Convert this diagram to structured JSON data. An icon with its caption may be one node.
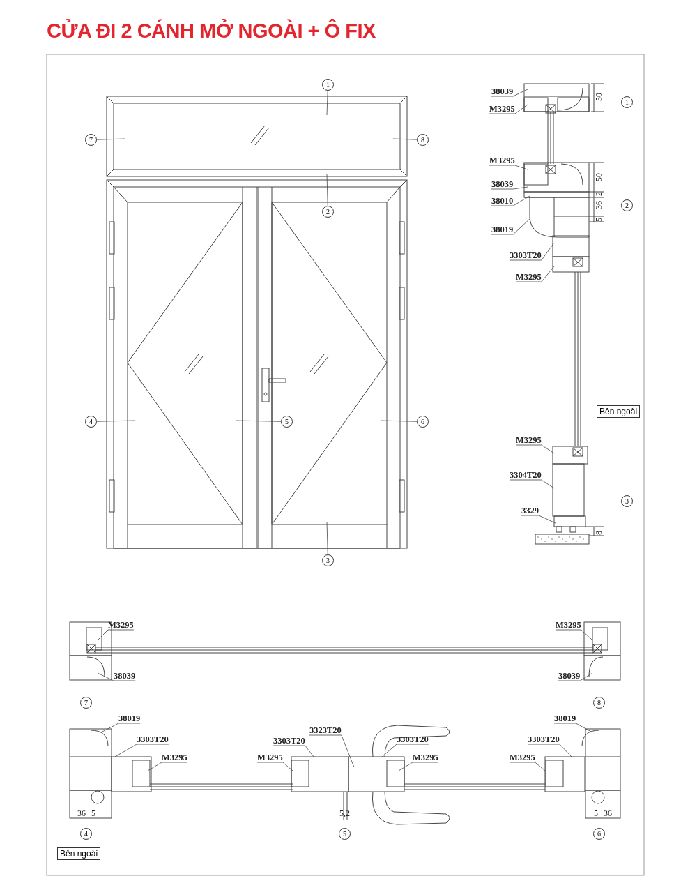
{
  "diagram": {
    "title": "CỬA ĐI 2 CÁNH MỞ NGOÀI + Ô FIX",
    "nodes": [
      {
        "text": [
          "1"
        ]
      },
      {
        "text": [
          "7"
        ]
      },
      {
        "text": [
          "8"
        ]
      },
      {
        "text": [
          "2"
        ]
      },
      {
        "text": [
          "4"
        ]
      },
      {
        "text": [
          "5"
        ]
      },
      {
        "text": [
          "6"
        ]
      },
      {
        "text": [
          "3"
        ]
      },
      {
        "text": [
          "38039"
        ]
      },
      {
        "text": [
          "M3295"
        ]
      },
      {
        "text": [
          "M3295"
        ]
      },
      {
        "text": [
          "38039"
        ]
      },
      {
        "text": [
          "38010"
        ]
      },
      {
        "text": [
          "38019"
        ]
      },
      {
        "text": [
          "3303T20"
        ]
      },
      {
        "text": [
          "M3295"
        ]
      },
      {
        "text": [
          "M3295"
        ]
      },
      {
        "text": [
          "3304T20"
        ]
      },
      {
        "text": [
          "3329"
        ]
      },
      {
        "text": [
          "1"
        ]
      },
      {
        "text": [
          "2"
        ]
      },
      {
        "text": [
          "3"
        ]
      },
      {
        "text": [
          "Bên ngoài"
        ]
      },
      {
        "text": [
          "M3295"
        ]
      },
      {
        "text": [
          "38039"
        ]
      },
      {
        "text": [
          "M3295"
        ]
      },
      {
        "text": [
          "38039"
        ]
      },
      {
        "text": [
          "7"
        ]
      },
      {
        "text": [
          "8"
        ]
      },
      {
        "text": [
          "38019"
        ]
      },
      {
        "text": [
          "3303T20"
        ]
      },
      {
        "text": [
          "M3295"
        ]
      },
      {
        "text": [
          "M3295"
        ]
      },
      {
        "text": [
          "3303T20"
        ]
      },
      {
        "text": [
          "3323T20"
        ]
      },
      {
        "text": [
          "3303T20"
        ]
      },
      {
        "text": [
          "M3295"
        ]
      },
      {
        "text": [
          "M3295"
        ]
      },
      {
        "text": [
          "3303T20"
        ]
      },
      {
        "text": [
          "38019"
        ]
      },
      {
        "text": [
          "4"
        ]
      },
      {
        "text": [
          "5"
        ]
      },
      {
        "text": [
          "6"
        ]
      },
      {
        "text": [
          "Bên ngoài"
        ]
      }
    ],
    "edges": [
      {
        "from": 0,
        "to": null,
        "arrow": "none"
      },
      {
        "from": 1,
        "to": null,
        "arrow": "none"
      },
      {
        "from": 2,
        "to": null,
        "arrow": "none"
      },
      {
        "from": 3,
        "to": null,
        "arrow": "none"
      },
      {
        "from": 4,
        "to": null,
        "arrow": "none"
      },
      {
        "from": 5,
        "to": null,
        "arrow": "none"
      },
      {
        "from": 6,
        "to": null,
        "arrow": "none"
      },
      {
        "from": 7,
        "to": null,
        "arrow": "none"
      },
      {
        "from": 8,
        "to": null,
        "arrow": "none"
      },
      {
        "from": 9,
        "to": null,
        "arrow": "none"
      },
      {
        "from": 10,
        "to": null,
        "arrow": "none"
      },
      {
        "from": 11,
        "to": null,
        "arrow": "none"
      },
      {
        "from": 12,
        "to": null,
        "arrow": "none"
      },
      {
        "from": 13,
        "to": null,
        "arrow": "none"
      },
      {
        "from": 14,
        "to": null,
        "arrow": "none"
      },
      {
        "from": 15,
        "to": null,
        "arrow": "none"
      },
      {
        "from": 16,
        "to": null,
        "arrow": "none"
      },
      {
        "from": 17,
        "to": null,
        "arrow": "none"
      },
      {
        "from": 18,
        "to": null,
        "arrow": "none"
      },
      {
        "from": 23,
        "to": null,
        "arrow": "none"
      },
      {
        "from": 24,
        "to": null,
        "arrow": "none"
      },
      {
        "from": 25,
        "to": null,
        "arrow": "none"
      },
      {
        "from": 26,
        "to": null,
        "arrow": "none"
      },
      {
        "from": 29,
        "to": null,
        "arrow": "none"
      },
      {
        "from": 30,
        "to": null,
        "arrow": "none"
      },
      {
        "from": 31,
        "to": null,
        "arrow": "none"
      },
      {
        "from": 32,
        "to": null,
        "arrow": "none"
      },
      {
        "from": 33,
        "to": null,
        "arrow": "none"
      },
      {
        "from": 34,
        "to": null,
        "arrow": "none"
      },
      {
        "from": 35,
        "to": null,
        "arrow": "none"
      },
      {
        "from": 36,
        "to": null,
        "arrow": "none"
      },
      {
        "from": 37,
        "to": null,
        "arrow": "none"
      },
      {
        "from": 38,
        "to": null,
        "arrow": "none"
      },
      {
        "from": 39,
        "to": null,
        "arrow": "none"
      }
    ],
    "labels": [
      "50",
      "50",
      "2",
      "36",
      "5",
      "8",
      "36",
      "5",
      "5,2",
      "5",
      "36"
    ]
  }
}
